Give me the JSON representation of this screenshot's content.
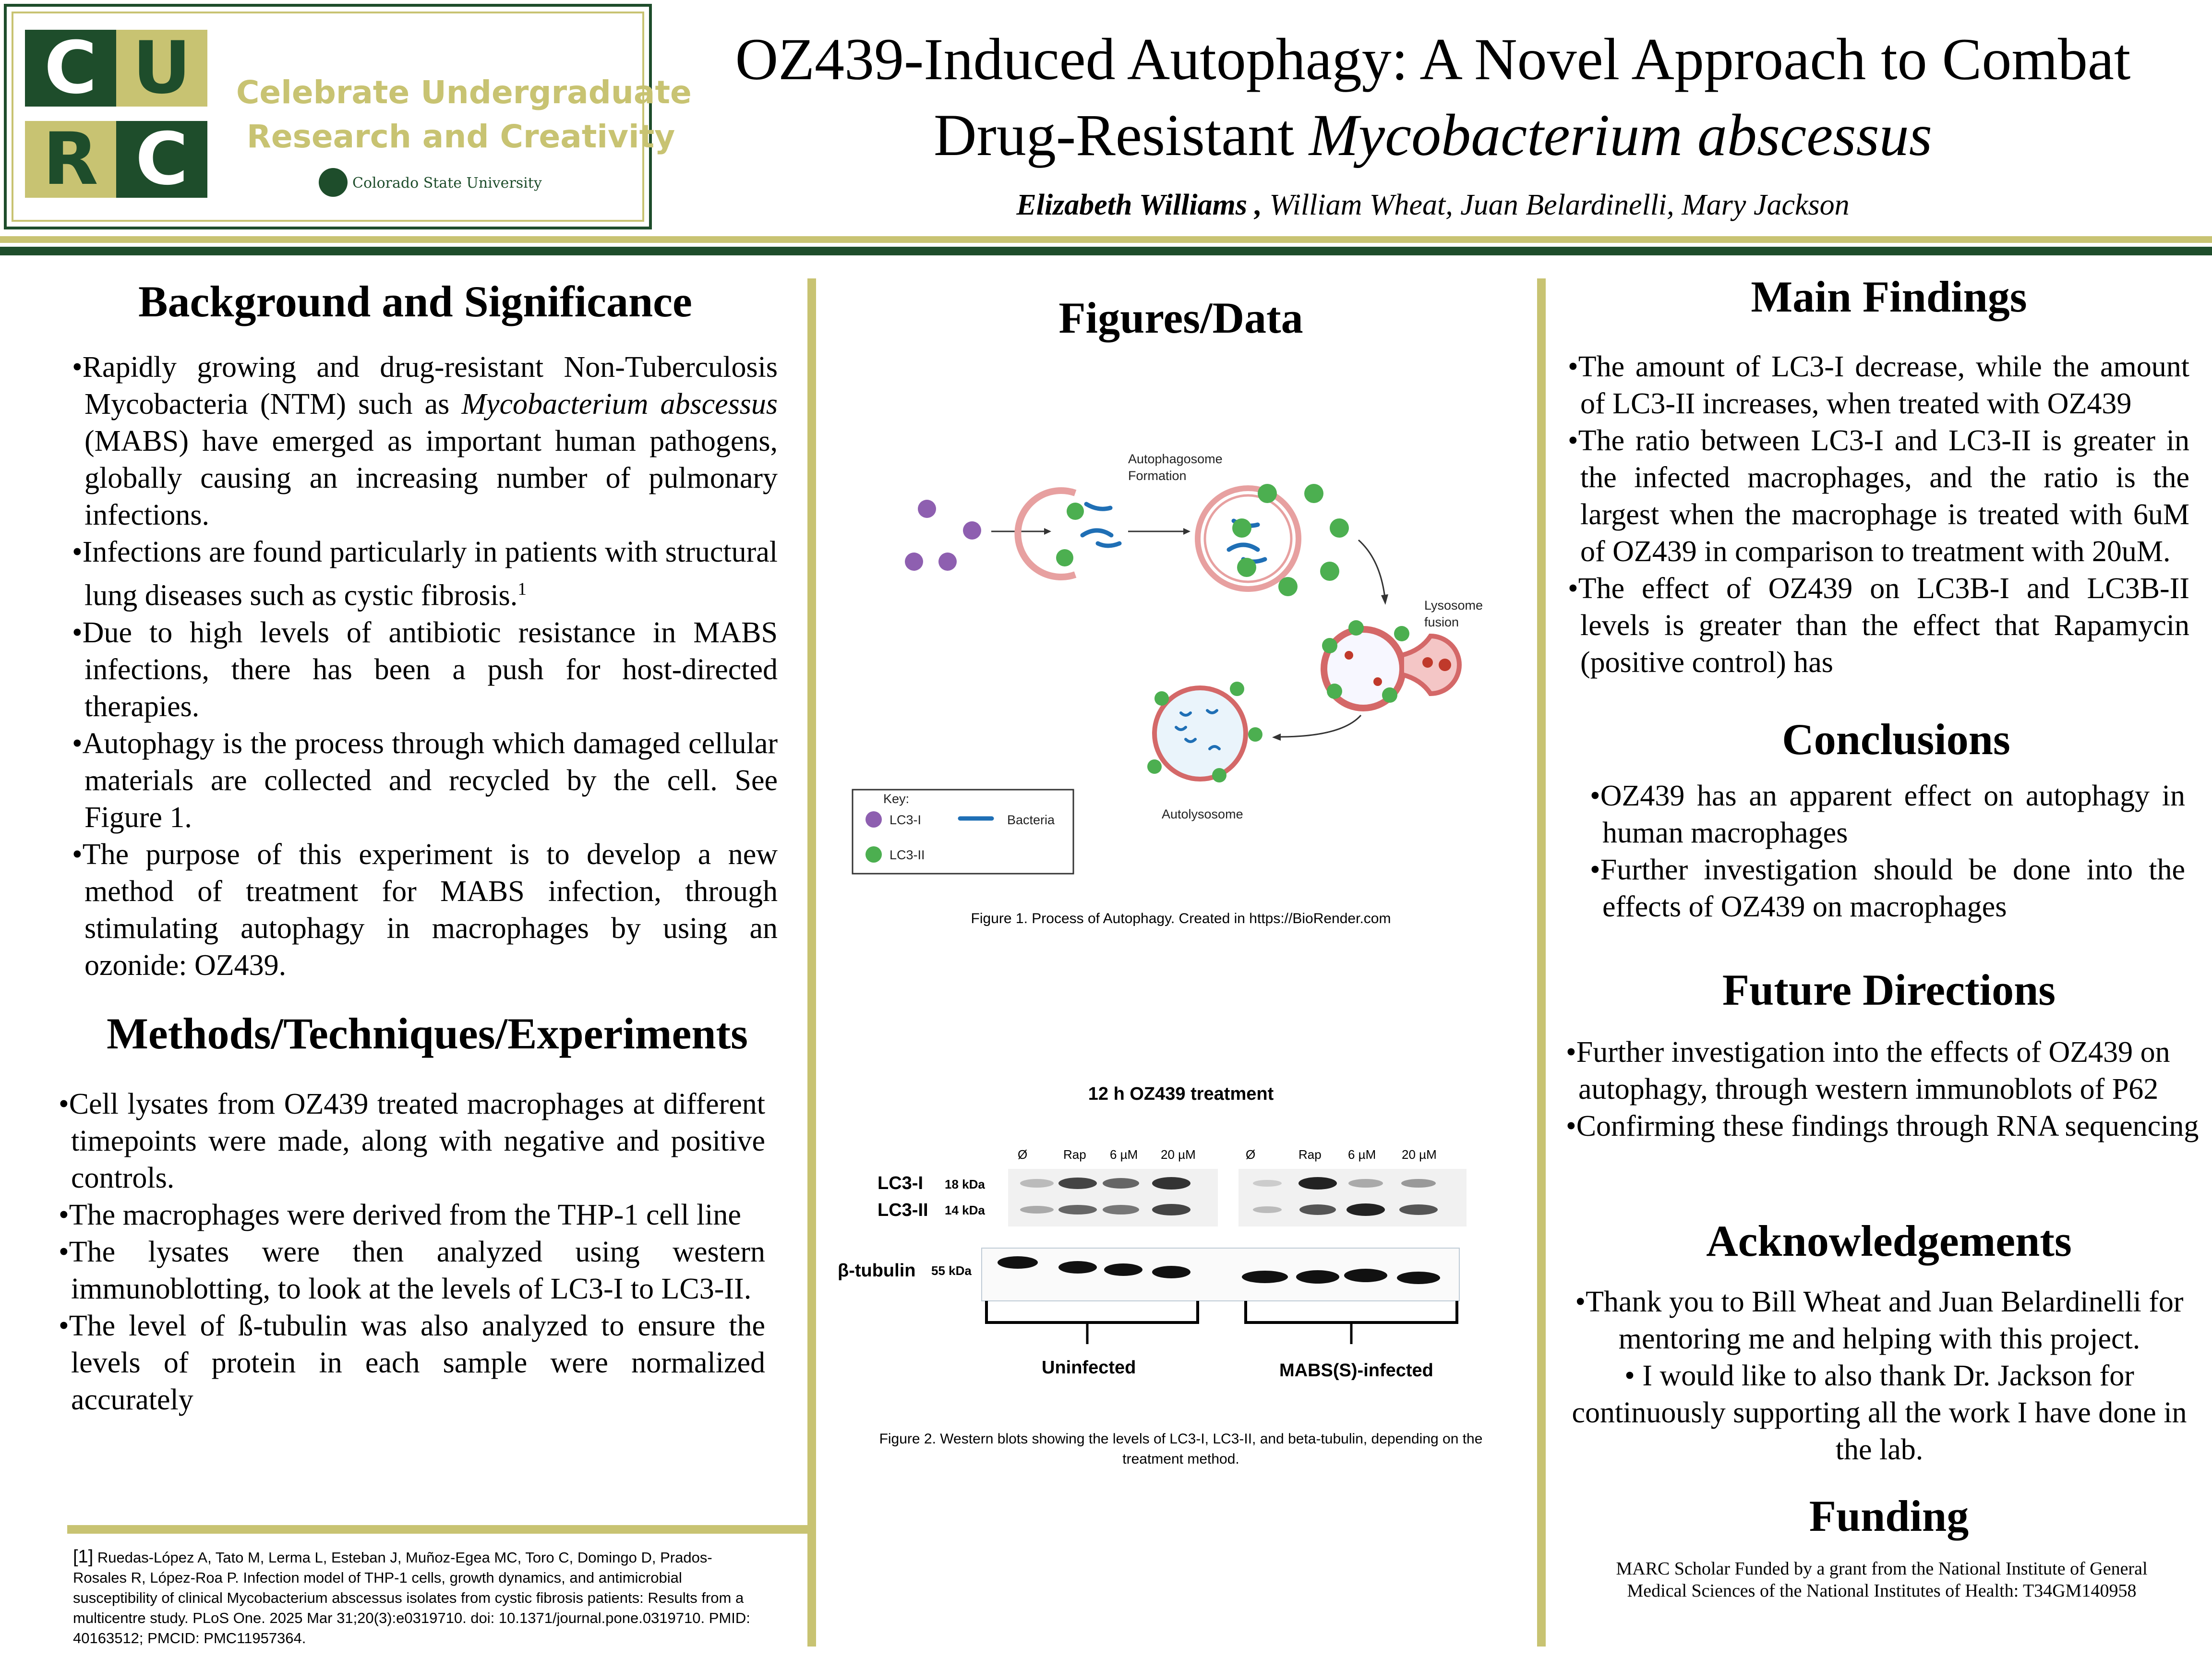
{
  "header": {
    "logo_letters": [
      "C",
      "U",
      "R",
      "C"
    ],
    "logo_line1": "Celebrate Undergraduate",
    "logo_line2": "Research and Creativity",
    "logo_university": "Colorado State University",
    "title_line1": "OZ439-Induced Autophagy: A Novel Approach to Combat",
    "title_line2_plain": "Drug-Resistant ",
    "title_line2_italic": "Mycobacterium abscessus",
    "author_lead": "Elizabeth Williams ,",
    "authors_rest": " William Wheat, Juan Belardinelli, Mary Jackson"
  },
  "colors": {
    "csu_green": "#1e4d2b",
    "csu_gold": "#c8c372"
  },
  "background": {
    "heading": "Background and Significance",
    "b1_pre": "•Rapidly growing and drug-resistant Non-Tuberculosis Mycobacteria (NTM) such as ",
    "b1_italic": "Mycobacterium abscessus",
    "b1_post": " (MABS) have emerged as important human pathogens, globally causing an increasing number of pulmonary infections.",
    "b2": "•Infections are found particularly in patients with structural lung diseases such as cystic fibrosis.",
    "b2_sup": "1",
    "b3": "•Due to high levels of antibiotic resistance in MABS infections, there has been a push for host-directed therapies.",
    "b4": "•Autophagy is the process through which damaged cellular materials are collected and recycled by the cell. See Figure 1.",
    "b5": "•The purpose of this experiment is to develop a new method of treatment for MABS infection, through stimulating autophagy in macrophages by using an ozonide: OZ439."
  },
  "methods": {
    "heading": "Methods/Techniques/Experiments",
    "items": [
      "•Cell lysates from OZ439 treated macrophages at different timepoints were made, along with negative and positive controls.",
      "•The macrophages were derived from the THP-1 cell line",
      "•The lysates were then analyzed using western immunoblotting, to look at the levels of LC3-I to LC3-II.",
      "•The level of ß-tubulin was also analyzed to ensure the levels of protein in each sample were normalized accurately"
    ]
  },
  "reference": {
    "marker": "[1]",
    "text": " Ruedas-López A, Tato M, Lerma L, Esteban J, Muñoz-Egea MC, Toro C, Domingo D, Prados-Rosales R, López-Roa P. Infection model of THP-1 cells, growth dynamics, and antimicrobial susceptibility of clinical Mycobacterium abscessus isolates from cystic fibrosis patients: Results from a multicentre study. PLoS One. 2025 Mar 31;20(3):e0319710. doi: 10.1371/journal.pone.0319710. PMID: 40163512; PMCID: PMC11957364."
  },
  "figures": {
    "heading": "Figures/Data",
    "fig1": {
      "label_autophagosome_1": "Autophagosome",
      "label_autophagosome_2": "Formation",
      "label_lysosome_1": "Lysosome",
      "label_lysosome_2": "fusion",
      "label_autolysosome": "Autolysosome",
      "key_title": "Key:",
      "key_lc3i": "LC3-I",
      "key_lc3ii": "LC3-II",
      "key_bacteria": "Bacteria",
      "caption": "Figure 1. Process of Autophagy. Created in https://BioRender.com",
      "color_lc3i": "#8e5fb0",
      "color_lc3ii": "#4caf50",
      "color_bacteria": "#1f6fb5"
    },
    "fig2": {
      "title": "12 h OZ439 treatment",
      "lanes": [
        "Ø",
        "Rap",
        "6 µM",
        "20 µM",
        "Ø",
        "Rap",
        "6 µM",
        "20 µM"
      ],
      "row_lc3i": "LC3-I",
      "row_lc3ii": "LC3-II",
      "kda_lc3i": "18 kDa",
      "kda_lc3ii": "14 kDa",
      "row_tubulin": "β-tubulin",
      "kda_tubulin": "55 kDa",
      "group_uninfected": "Uninfected",
      "group_infected": "MABS(S)-infected",
      "caption_line1": "Figure 2.  Western blots showing the levels of LC3-I, LC3-II, and beta-tubulin, depending on the",
      "caption_line2": "treatment method."
    }
  },
  "findings": {
    "heading": "Main Findings",
    "items": [
      "•The amount of LC3-I decrease, while the amount of LC3-II increases, when treated with OZ439",
      "•The ratio between LC3-I and LC3-II is greater in the infected macrophages, and the ratio is the largest when the macrophage is treated with 6uM of OZ439 in comparison to treatment with 20uM.",
      "•The effect of OZ439 on LC3B-I and LC3B-II levels is greater than the effect that Rapamycin (positive control) has"
    ]
  },
  "conclusions": {
    "heading": "Conclusions",
    "items": [
      "•OZ439 has an apparent effect on autophagy in human macrophages",
      "•Further investigation should be done into the effects of OZ439 on macrophages"
    ]
  },
  "future": {
    "heading": "Future Directions",
    "items": [
      "•Further investigation into the effects of OZ439 on autophagy, through western immunoblots of P62",
      "•Confirming these findings through RNA sequencing"
    ]
  },
  "acknowledgements": {
    "heading": "Acknowledgements",
    "line1": "•Thank you to Bill Wheat and Juan Belardinelli for mentoring me and helping with this project.",
    "line2": "• I would like to also thank Dr. Jackson for continuously supporting all the work I have done in the lab."
  },
  "funding": {
    "heading": "Funding",
    "text": "MARC Scholar Funded by a grant from the National Institute of General Medical Sciences of the National Institutes of Health: T34GM140958"
  }
}
